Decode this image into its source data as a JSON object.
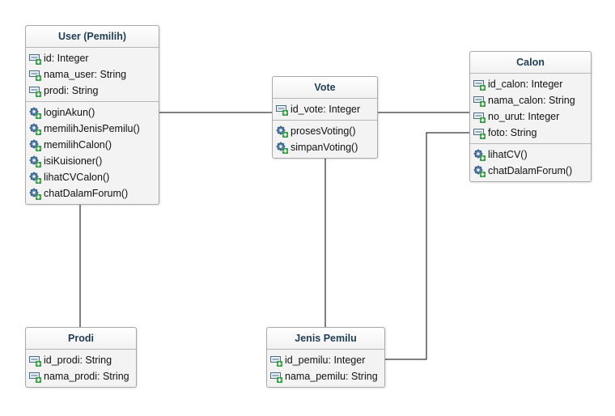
{
  "classes": {
    "user": {
      "title": "User (Pemilih)",
      "attributes": [
        "id: Integer",
        "nama_user: String",
        "prodi: String"
      ],
      "operations": [
        "loginAkun()",
        "memilihJenisPemilu()",
        "memilihCalon()",
        "isiKuisioner()",
        "lihatCVCalon()",
        "chatDalamForum()"
      ]
    },
    "vote": {
      "title": "Vote",
      "attributes": [
        "id_vote: Integer"
      ],
      "operations": [
        "prosesVoting()",
        "simpanVoting()"
      ]
    },
    "calon": {
      "title": "Calon",
      "attributes": [
        "id_calon: Integer",
        "nama_calon: String",
        "no_urut: Integer",
        "foto: String"
      ],
      "operations": [
        "lihatCV()",
        "chatDalamForum()"
      ]
    },
    "prodi": {
      "title": "Prodi",
      "attributes": [
        "id_prodi: String",
        "nama_prodi: String"
      ],
      "operations": []
    },
    "jenis_pemilu": {
      "title": "Jenis Pemilu",
      "attributes": [
        "id_pemilu: Integer",
        "nama_pemilu: String"
      ],
      "operations": []
    }
  },
  "icons": {
    "attribute": "attribute-icon",
    "operation": "operation-gear-icon"
  },
  "colors": {
    "title_text": "#1f3d55",
    "box_fill": "#f3f3f3",
    "border": "#a9a9a9",
    "line": "#000000"
  }
}
